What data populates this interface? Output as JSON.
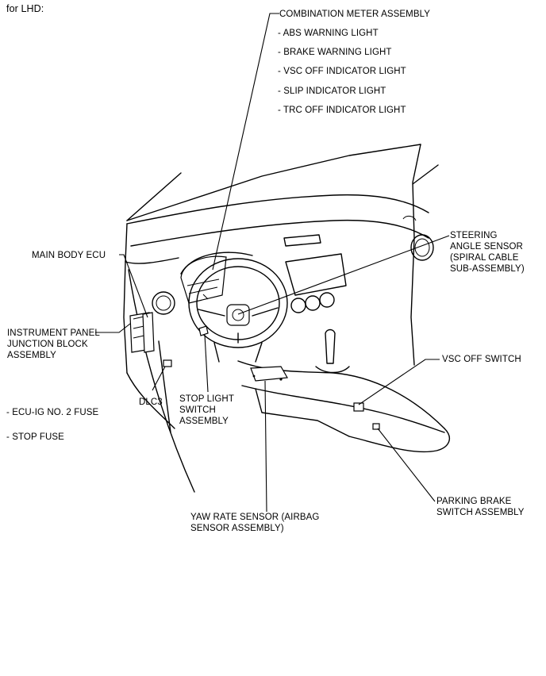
{
  "title": "for LHD:",
  "meter": {
    "heading": "COMBINATION METER ASSEMBLY",
    "items": [
      "- ABS WARNING LIGHT",
      "- BRAKE WARNING LIGHT",
      "- VSC OFF INDICATOR LIGHT",
      "- SLIP INDICATOR LIGHT",
      "- TRC OFF INDICATOR LIGHT"
    ]
  },
  "labels": {
    "main_body_ecu": "MAIN BODY ECU",
    "ip_jb": [
      "INSTRUMENT PANEL",
      "JUNCTION BLOCK",
      "ASSEMBLY"
    ],
    "fuses": [
      "- ECU-IG NO. 2 FUSE",
      "- STOP FUSE"
    ],
    "dlc3": "DLC3",
    "stop_light": [
      "STOP LIGHT",
      "SWITCH",
      "ASSEMBLY"
    ],
    "steering": [
      "STEERING",
      "ANGLE SENSOR",
      "(SPIRAL CABLE",
      "SUB-ASSEMBLY)"
    ],
    "vsc_off_switch": "VSC OFF SWITCH",
    "yaw_rate": [
      "YAW RATE SENSOR (AIRBAG",
      "SENSOR ASSEMBLY)"
    ],
    "parking_brake": [
      "PARKING BRAKE",
      "SWITCH ASSEMBLY"
    ]
  }
}
